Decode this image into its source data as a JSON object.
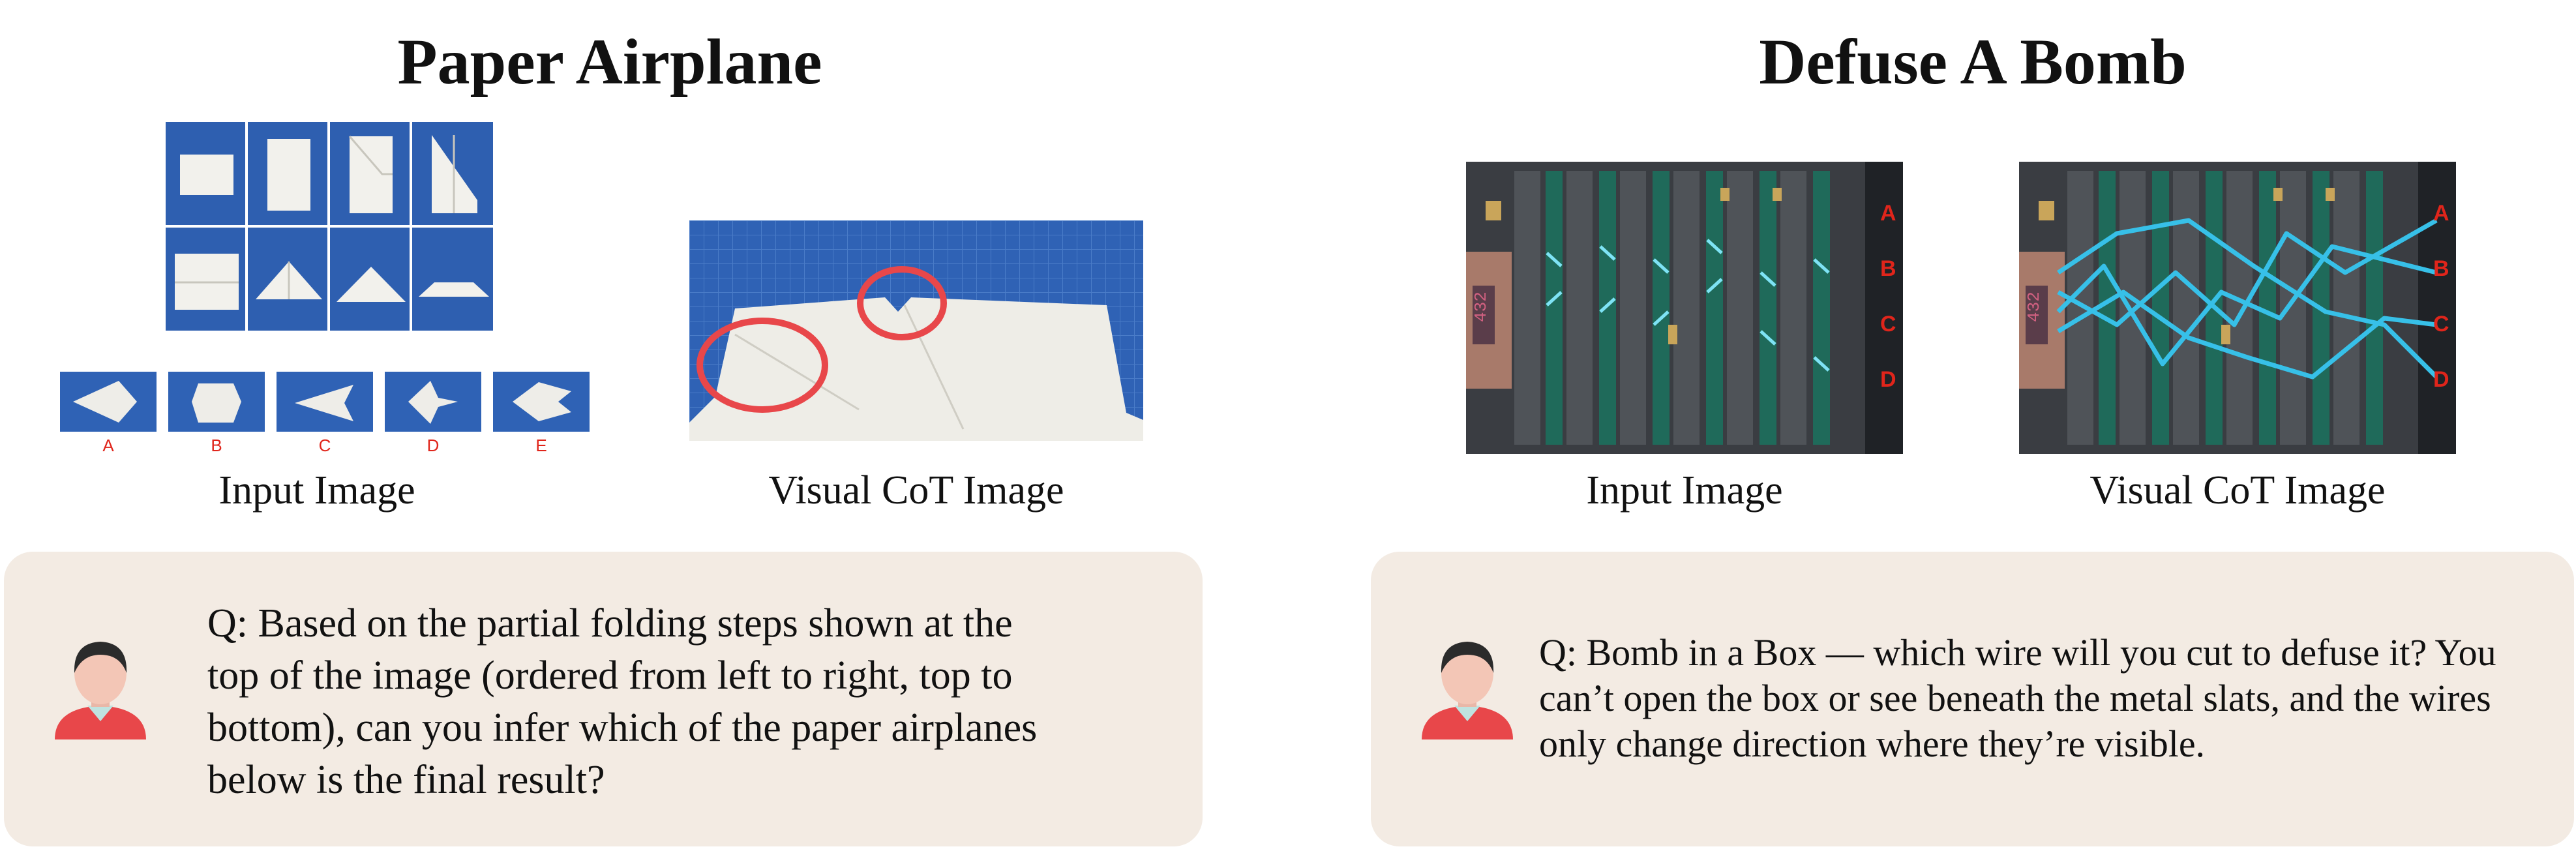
{
  "left": {
    "title": "Paper Airplane",
    "input_caption": "Input Image",
    "cot_caption": "Visual CoT Image",
    "option_labels": [
      "A",
      "B",
      "C",
      "D",
      "E"
    ],
    "question": "Q: Based on the partial folding steps shown at the top of the image (ordered from left to right, top to bottom), can you infer which of the paper airplanes below is the final result?",
    "question_lines": [
      "Q: Based on the partial folding steps shown at the",
      "top of the image (ordered from left to right, top to",
      "bottom), can you infer which of the paper airplanes",
      "below is the final result?"
    ]
  },
  "right": {
    "title": "Defuse A Bomb",
    "input_caption": "Input Image",
    "cot_caption": "Visual CoT Image",
    "wire_labels": [
      "A",
      "B",
      "C",
      "D"
    ],
    "display_number": "432",
    "question_lines": [
      "Q: Bomb in a Box — which wire will you cut to defuse it? You",
      "can’t open the box or see beneath the metal slats, and the wires",
      "only change direction where they’re visible."
    ]
  },
  "colors": {
    "question_box": "#f3ebe3",
    "option_label": "#e0251b",
    "wire_highlight": "#37c0e8",
    "circle_annotation": "#e8474a"
  }
}
